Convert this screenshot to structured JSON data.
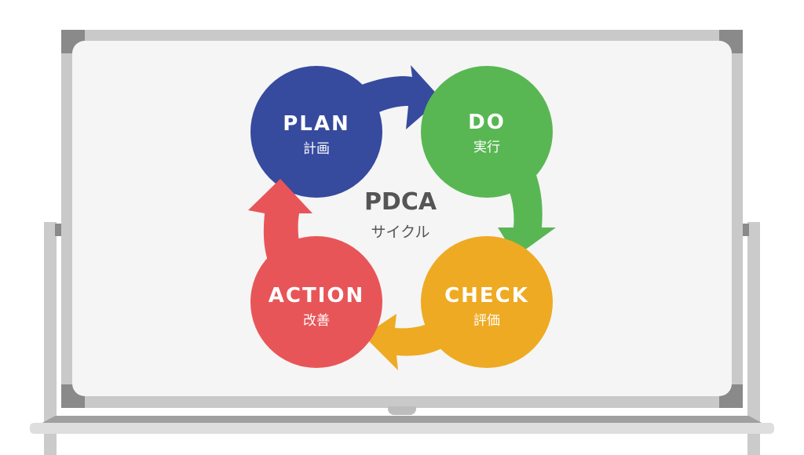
{
  "title": "PDCA",
  "subtitle": "サイクル",
  "steps": [
    {
      "en": "PLAN",
      "jp": "計画",
      "color": "#364a9e"
    },
    {
      "en": "DO",
      "jp": "実行",
      "color": "#58b753"
    },
    {
      "en": "CHECK",
      "jp": "評価",
      "color": "#eeaa22"
    },
    {
      "en": "ACTION",
      "jp": "改善",
      "color": "#e85558"
    }
  ]
}
